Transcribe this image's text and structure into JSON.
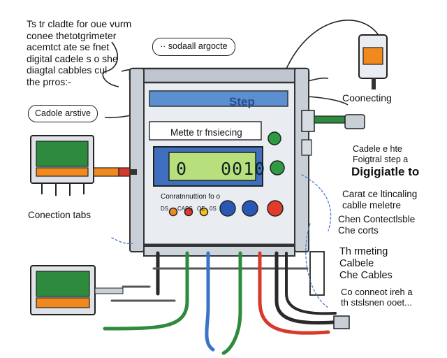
{
  "labels": {
    "intro": "Ts tr cladte for oue vurm\nconee thetotgrimeter\nacemtct ate se fnet\ndigital cadele s o she\ndiagtal cabbles cul\nthe prros:-",
    "callout": "·· sodaall argocte",
    "cable_active": "Cadole arstive",
    "connecting": "Coonecting",
    "connection_tabs": "Conection tabs",
    "right_1a": "Cadele e hte\nFoigtral step a",
    "right_1b": "Digigiatle to",
    "right_2": "Carat ce ltincaling\ncablle meletre",
    "right_3": "Chen Contectlsble\nChe corts",
    "right_4": "Th rmeting\nCalbele\nChe Cables",
    "right_5": "Co conneot ireh a\nth stslsnen ooet..."
  },
  "meter": {
    "step_title": "Step",
    "title": "Mette tr fnsiecing",
    "display_left": "0",
    "display_right": "0010",
    "panel_caption": "Conratnnuttion fo o",
    "button_labels": [
      "DS",
      "CAPS",
      "OE",
      "0S"
    ]
  },
  "colors": {
    "frame": "#444444",
    "header_blue": "#5b8fd0",
    "lcd_green": "#b7e07c",
    "lcd_frame": "#3e6fbe",
    "led_green": "#2e9a41",
    "btn_blue": "#2858b3",
    "btn_red": "#e23b2c",
    "btn_orange": "#f08a1f",
    "btn_yellow": "#f2c11c",
    "cable_green": "#2e8b3e",
    "cable_blue": "#3a74c4",
    "cable_red": "#d63a2a",
    "cable_orange": "#f08a1f",
    "cable_dark": "#2a2a2a",
    "device_orange": "#f08a1f"
  }
}
